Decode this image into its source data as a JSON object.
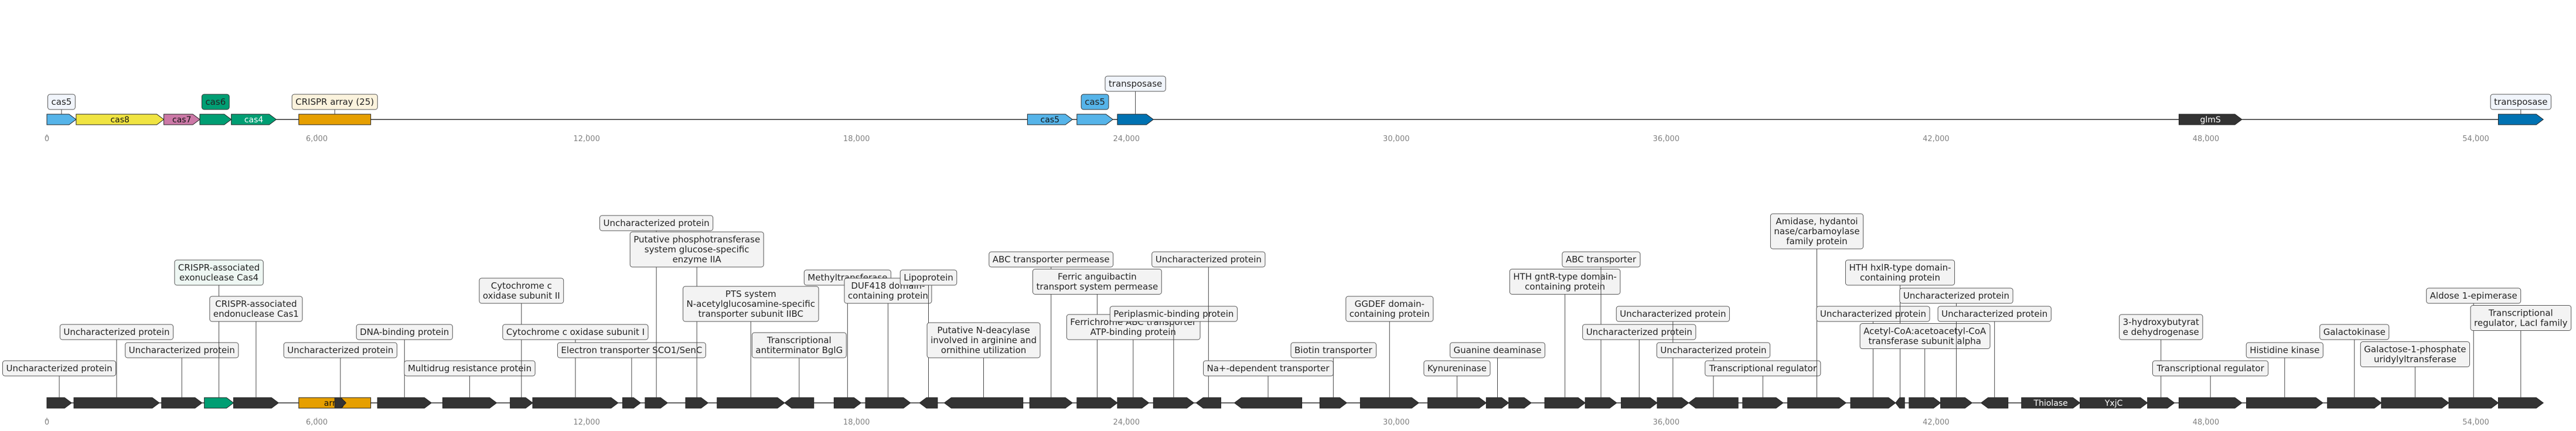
{
  "axis": {
    "ticks": [
      "0",
      "6,000",
      "12,000",
      "18,000",
      "24,000",
      "30,000",
      "36,000",
      "42,000",
      "48,000",
      "54,000"
    ]
  },
  "track_top": {
    "length_bp": 55500,
    "genes": [
      {
        "id": "t_cas5",
        "start": 0,
        "end": 650,
        "color": "#56B4E9",
        "label": "",
        "callout": "cas5"
      },
      {
        "id": "t_cas8",
        "start": 650,
        "end": 2600,
        "color": "#F0E442",
        "label": "cas8",
        "callout": ""
      },
      {
        "id": "t_cas7",
        "start": 2600,
        "end": 3400,
        "color": "#CC79A7",
        "label": "cas7",
        "callout": ""
      },
      {
        "id": "t_cas6",
        "start": 3400,
        "end": 4100,
        "color": "#009E73",
        "label": "",
        "callout": "cas6",
        "callout_inside": true
      },
      {
        "id": "t_cas4",
        "start": 4100,
        "end": 5100,
        "color": "#009E73",
        "label": "cas4",
        "callout": ""
      },
      {
        "id": "t_array",
        "start": 5600,
        "end": 7200,
        "color": "#E69F00",
        "label": "",
        "callout": "CRISPR array (25)",
        "shape": "rect"
      },
      {
        "id": "t_cas5b",
        "start": 21800,
        "end": 22800,
        "color": "#56B4E9",
        "label": "cas5",
        "callout": ""
      },
      {
        "id": "t_cas5c",
        "start": 22900,
        "end": 23700,
        "color": "#56B4E9",
        "label": "",
        "callout": "cas5",
        "callout_inside": true
      },
      {
        "id": "t_trans1",
        "start": 23800,
        "end": 24600,
        "color": "#0072B2",
        "label": "",
        "callout": "transposase"
      },
      {
        "id": "t_glmS",
        "start": 47400,
        "end": 48800,
        "color": "#333333",
        "label": "glmS",
        "callout": ""
      },
      {
        "id": "t_trans2",
        "start": 54500,
        "end": 55500,
        "color": "#0072B2",
        "label": "",
        "callout": "transposase"
      }
    ]
  },
  "track_bottom": {
    "length_bp": 55500,
    "genes": [
      {
        "id": "b01",
        "start": 0,
        "end": 550,
        "strand": 1,
        "color": "#333333",
        "label": "",
        "callout": "Uncharacterized protein",
        "level": 1
      },
      {
        "id": "b02",
        "start": 600,
        "end": 2500,
        "strand": 1,
        "color": "#333333",
        "label": "",
        "callout": "Uncharacterized protein",
        "level": 3
      },
      {
        "id": "b03",
        "start": 2550,
        "end": 3450,
        "strand": 1,
        "color": "#333333",
        "label": "",
        "callout": "Uncharacterized protein",
        "level": 2
      },
      {
        "id": "b04",
        "start": 3500,
        "end": 4150,
        "strand": 1,
        "color": "#009E73",
        "label": "",
        "callout": "CRISPR-associated\nexonuclease Cas4",
        "level": 6
      },
      {
        "id": "b05",
        "start": 4150,
        "end": 5150,
        "strand": 1,
        "color": "#333333",
        "label": "",
        "callout": "CRISPR-associated\nendonuclease Cas1",
        "level": 4
      },
      {
        "id": "b06",
        "start": 5600,
        "end": 7200,
        "strand": 1,
        "color": "#E69F00",
        "label": "array",
        "callout": "",
        "shape": "rect"
      },
      {
        "id": "b07",
        "start": 6400,
        "end": 6650,
        "strand": 1,
        "color": "#333333",
        "label": "",
        "callout": "Uncharacterized protein",
        "level": 2
      },
      {
        "id": "b08",
        "start": 7350,
        "end": 8550,
        "strand": 1,
        "color": "#333333",
        "label": "",
        "callout": "DNA-binding protein",
        "level": 3
      },
      {
        "id": "b09",
        "start": 8800,
        "end": 10000,
        "strand": 1,
        "color": "#333333",
        "label": "",
        "callout": "Multidrug resistance protein",
        "level": 1
      },
      {
        "id": "b10",
        "start": 10300,
        "end": 10800,
        "strand": 1,
        "color": "#333333",
        "label": "",
        "callout": "Cytochrome c\noxidase subunit II",
        "level": 5
      },
      {
        "id": "b11",
        "start": 10800,
        "end": 12700,
        "strand": 1,
        "color": "#333333",
        "label": "",
        "callout": "Cytochrome c oxidase subunit I",
        "level": 3
      },
      {
        "id": "b12",
        "start": 12800,
        "end": 13200,
        "strand": 1,
        "color": "#333333",
        "label": "",
        "callout": "Electron transporter SCO1/SenC",
        "level": 2
      },
      {
        "id": "b13",
        "start": 13300,
        "end": 13800,
        "strand": 1,
        "color": "#333333",
        "label": "",
        "callout": "Uncharacterized protein",
        "level": 9
      },
      {
        "id": "b14",
        "start": 14200,
        "end": 14700,
        "strand": 1,
        "color": "#333333",
        "label": "",
        "callout": "Putative phosphotransferase\nsystem glucose-specific\nenzyme IIA",
        "level": 7
      },
      {
        "id": "b15",
        "start": 14900,
        "end": 16400,
        "strand": 1,
        "color": "#333333",
        "label": "",
        "callout": "PTS system\nN-acetylglucosamine-specific\ntransporter subunit IIBC",
        "level": 4
      },
      {
        "id": "b16",
        "start": 16400,
        "end": 17050,
        "strand": -1,
        "color": "#333333",
        "label": "",
        "callout": "Transcriptional\nantiterminator BglG",
        "level": 2
      },
      {
        "id": "b17",
        "start": 17500,
        "end": 18100,
        "strand": 1,
        "color": "#333333",
        "label": "",
        "callout": "Methyltransferase",
        "level": 6
      },
      {
        "id": "b18",
        "start": 18200,
        "end": 19200,
        "strand": 1,
        "color": "#333333",
        "label": "",
        "callout": "DUF418 domain-\ncontaining protein",
        "level": 5
      },
      {
        "id": "b19",
        "start": 19400,
        "end": 19800,
        "strand": -1,
        "color": "#333333",
        "label": "",
        "callout": "Lipoprotein",
        "level": 6
      },
      {
        "id": "b20",
        "start": 19950,
        "end": 21700,
        "strand": -1,
        "color": "#333333",
        "label": "",
        "callout": "Putative N-deacylase\ninvolved in arginine and\nornithine utilization",
        "level": 2
      },
      {
        "id": "b21",
        "start": 21850,
        "end": 22800,
        "strand": 1,
        "color": "#333333",
        "label": "",
        "callout": "ABC transporter permease",
        "level": 7
      },
      {
        "id": "b22",
        "start": 22900,
        "end": 23800,
        "strand": 1,
        "color": "#333333",
        "label": "",
        "callout": "Ferric anguibactin\ntransport system permease",
        "level": 5.5
      },
      {
        "id": "b23",
        "start": 23800,
        "end": 24500,
        "strand": 1,
        "color": "#333333",
        "label": "",
        "callout": "Ferrichrome ABC transporter\nATP-binding protein",
        "level": 3
      },
      {
        "id": "b24",
        "start": 24600,
        "end": 25500,
        "strand": 1,
        "color": "#333333",
        "label": "",
        "callout": "Periplasmic-binding protein",
        "level": 4
      },
      {
        "id": "b25",
        "start": 25550,
        "end": 26100,
        "strand": -1,
        "color": "#333333",
        "label": "",
        "callout": "Uncharacterized protein",
        "level": 7
      },
      {
        "id": "b26",
        "start": 26400,
        "end": 27900,
        "strand": -1,
        "color": "#333333",
        "label": "",
        "callout": "Na+-dependent transporter",
        "level": 1
      },
      {
        "id": "b27",
        "start": 28300,
        "end": 28900,
        "strand": 1,
        "color": "#333333",
        "label": "",
        "callout": "Biotin transporter",
        "level": 2
      },
      {
        "id": "b28",
        "start": 29200,
        "end": 30500,
        "strand": 1,
        "color": "#333333",
        "label": "",
        "callout": "GGDEF domain-\ncontaining protein",
        "level": 4
      },
      {
        "id": "b29",
        "start": 30700,
        "end": 32000,
        "strand": 1,
        "color": "#333333",
        "label": "",
        "callout": "Kynureninase",
        "level": 1
      },
      {
        "id": "b30",
        "start": 32000,
        "end": 32500,
        "strand": 1,
        "color": "#333333",
        "label": "",
        "callout": "Guanine deaminase",
        "level": 2
      },
      {
        "id": "b31",
        "start": 32500,
        "end": 33000,
        "strand": 1,
        "color": "#333333",
        "label": "",
        "callout": "",
        "level": 0
      },
      {
        "id": "b32",
        "start": 33300,
        "end": 34200,
        "strand": 1,
        "color": "#333333",
        "label": "",
        "callout": "HTH gntR-type domain-\ncontaining protein",
        "level": 5.5
      },
      {
        "id": "b33",
        "start": 34200,
        "end": 34900,
        "strand": 1,
        "color": "#333333",
        "label": "",
        "callout": "ABC transporter",
        "level": 7
      },
      {
        "id": "b34",
        "start": 35000,
        "end": 35800,
        "strand": 1,
        "color": "#333333",
        "label": "",
        "callout": "Uncharacterized protein",
        "level": 3
      },
      {
        "id": "b35",
        "start": 35800,
        "end": 36500,
        "strand": 1,
        "color": "#333333",
        "label": "",
        "callout": "Uncharacterized protein",
        "level": 4
      },
      {
        "id": "b36",
        "start": 36500,
        "end": 37600,
        "strand": -1,
        "color": "#333333",
        "label": "",
        "callout": "Uncharacterized protein",
        "level": 2
      },
      {
        "id": "b37",
        "start": 37700,
        "end": 38600,
        "strand": 1,
        "color": "#333333",
        "label": "",
        "callout": "Transcriptional regulator",
        "level": 1
      },
      {
        "id": "b38",
        "start": 38700,
        "end": 40000,
        "strand": 1,
        "color": "#333333",
        "label": "",
        "callout": "Amidase, hydantoi\nnase/carbamoylase\nfamily protein",
        "level": 8
      },
      {
        "id": "b39",
        "start": 40100,
        "end": 41100,
        "strand": 1,
        "color": "#333333",
        "label": "",
        "callout": "Uncharacterized protein",
        "level": 4
      },
      {
        "id": "b40",
        "start": 41100,
        "end": 41300,
        "strand": -1,
        "color": "#333333",
        "label": "",
        "callout": "HTH hxlR-type domain-\ncontaining protein",
        "level": 6
      },
      {
        "id": "b41",
        "start": 41400,
        "end": 42100,
        "strand": 1,
        "color": "#333333",
        "label": "",
        "callout": "Acetyl-CoA:acetoacetyl-CoA\ntransferase subunit alpha",
        "level": 2.5
      },
      {
        "id": "b42",
        "start": 42100,
        "end": 42800,
        "strand": 1,
        "color": "#333333",
        "label": "",
        "callout": "Uncharacterized protein",
        "level": 5
      },
      {
        "id": "b43",
        "start": 43000,
        "end": 43600,
        "strand": -1,
        "color": "#333333",
        "label": "",
        "callout": "Uncharacterized protein",
        "level": 4
      },
      {
        "id": "b44",
        "start": 43900,
        "end": 45200,
        "strand": 1,
        "color": "#333333",
        "label": "Thiolase",
        "callout": ""
      },
      {
        "id": "b45",
        "start": 45200,
        "end": 46700,
        "strand": 1,
        "color": "#333333",
        "label": "YxjC",
        "callout": ""
      },
      {
        "id": "b46",
        "start": 46700,
        "end": 47300,
        "strand": 1,
        "color": "#333333",
        "label": "",
        "callout": "3-hydroxybutyrat\ne dehydrogenase",
        "level": 3
      },
      {
        "id": "b47",
        "start": 47400,
        "end": 48800,
        "strand": 1,
        "color": "#333333",
        "label": "",
        "callout": "Transcriptional regulator",
        "level": 1
      },
      {
        "id": "b48",
        "start": 48900,
        "end": 50600,
        "strand": 1,
        "color": "#333333",
        "label": "",
        "callout": "Histidine kinase",
        "level": 2
      },
      {
        "id": "b49",
        "start": 50700,
        "end": 51900,
        "strand": 1,
        "color": "#333333",
        "label": "",
        "callout": "Galactokinase",
        "level": 3
      },
      {
        "id": "b50",
        "start": 51900,
        "end": 53400,
        "strand": 1,
        "color": "#333333",
        "label": "",
        "callout": "Galactose-1-phosphate\nuridylyltransferase",
        "level": 1.5
      },
      {
        "id": "b51",
        "start": 53400,
        "end": 54500,
        "strand": 1,
        "color": "#333333",
        "label": "",
        "callout": "Aldose 1-epimerase",
        "level": 5
      },
      {
        "id": "b52",
        "start": 54500,
        "end": 55500,
        "strand": 1,
        "color": "#333333",
        "label": "",
        "callout": "Transcriptional\nregulator, LacI family",
        "level": 3.5
      }
    ]
  }
}
